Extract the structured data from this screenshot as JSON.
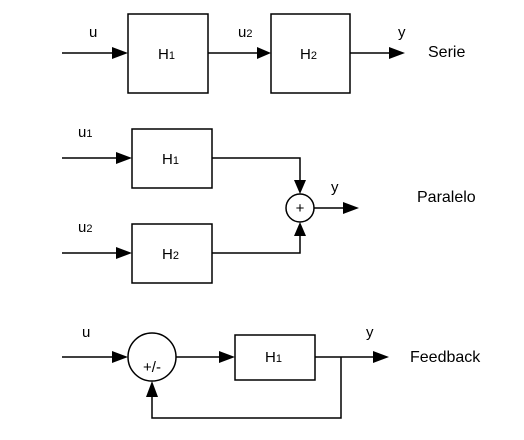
{
  "serie": {
    "title": "Serie",
    "input": "u",
    "block1": {
      "base": "H",
      "sub": "1"
    },
    "middle": {
      "base": "u",
      "sub": "2"
    },
    "block2": {
      "base": "H",
      "sub": "2"
    },
    "output": "y"
  },
  "paralelo": {
    "title": "Paralelo",
    "input1": {
      "base": "u",
      "sub": "1"
    },
    "input2": {
      "base": "u",
      "sub": "2"
    },
    "block1": {
      "base": "H",
      "sub": "1"
    },
    "block2": {
      "base": "H",
      "sub": "2"
    },
    "summer": "+",
    "output": "y"
  },
  "feedback": {
    "title": "Feedback",
    "input": "u",
    "summer": "+/-",
    "block": {
      "base": "H",
      "sub": "1"
    },
    "output": "y"
  }
}
